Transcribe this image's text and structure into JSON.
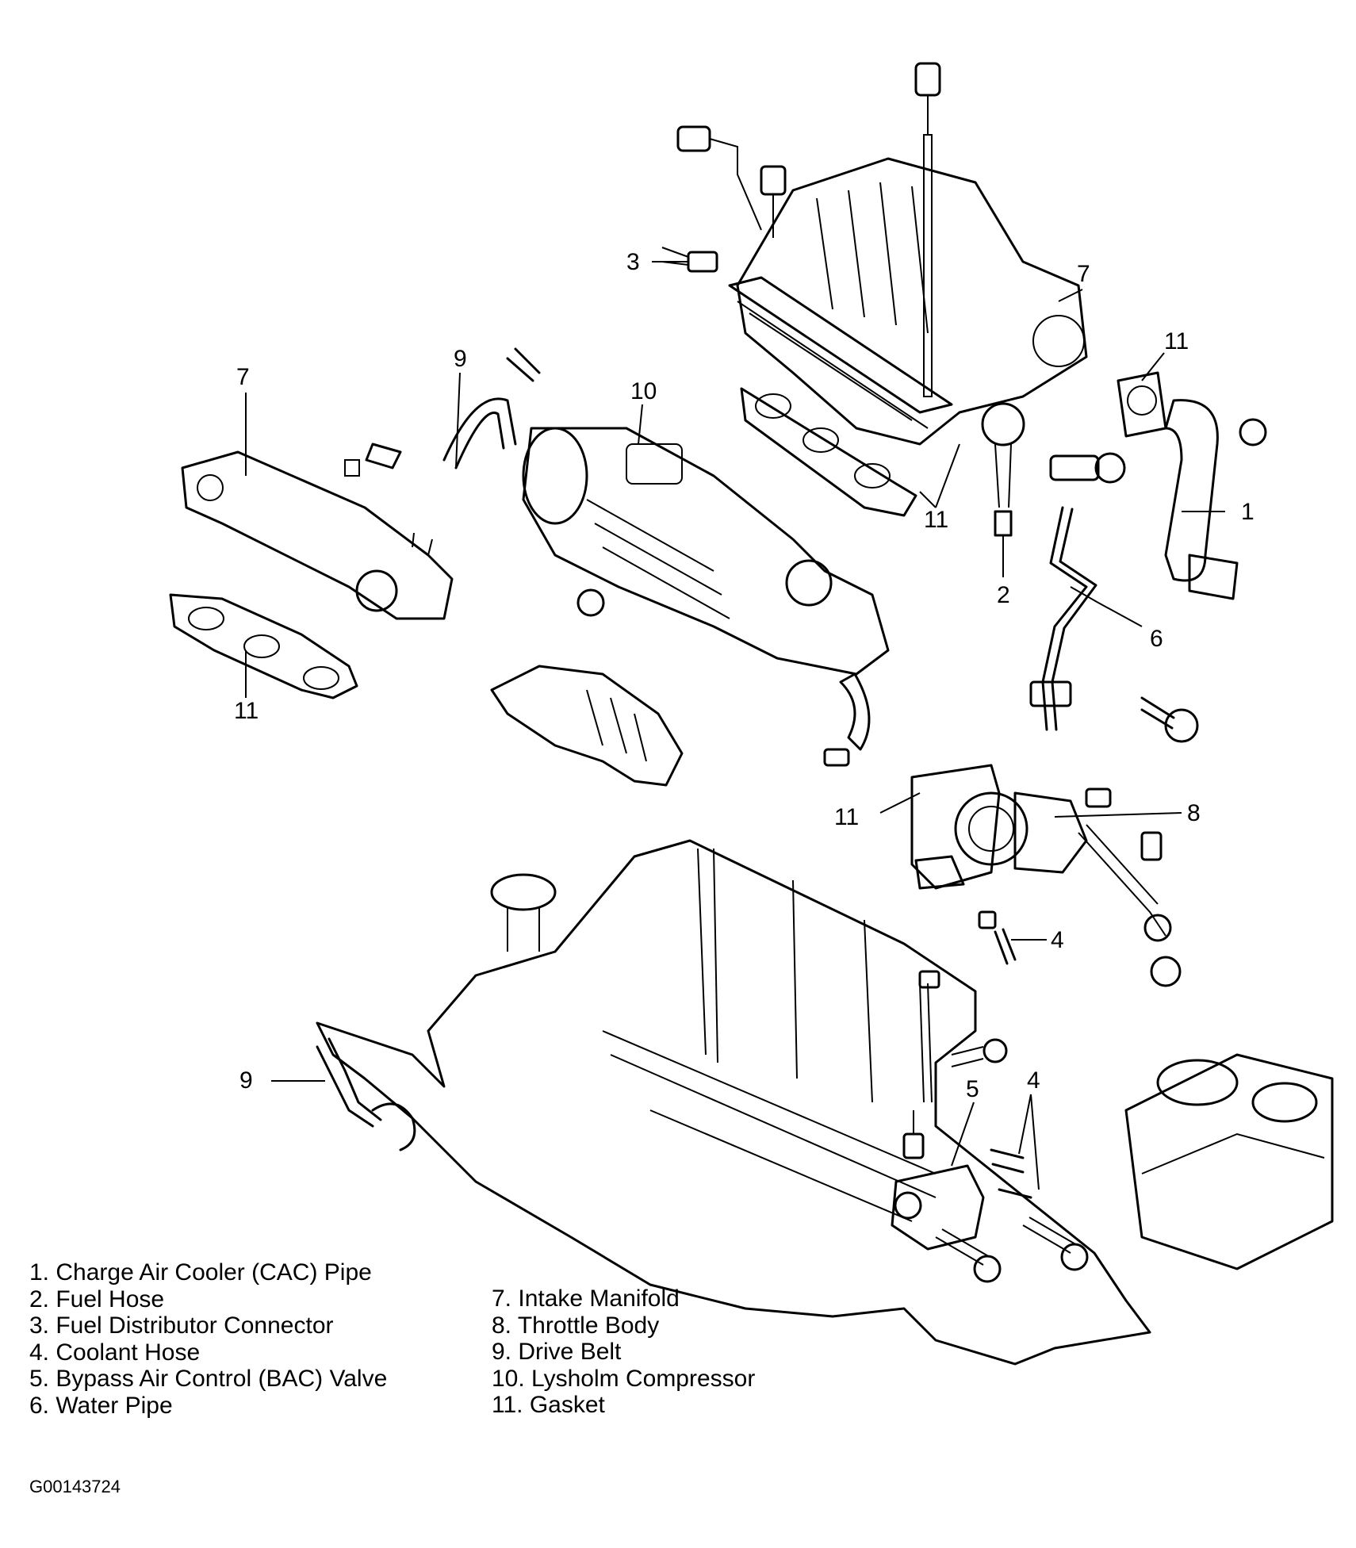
{
  "callouts": {
    "c1": "1",
    "c2": "2",
    "c3": "3",
    "c4a": "4",
    "c4b": "4",
    "c5": "5",
    "c6": "6",
    "c7a": "7",
    "c7b": "7",
    "c8": "8",
    "c9a": "9",
    "c9b": "9",
    "c10": "10",
    "c11a": "11",
    "c11b": "11",
    "c11c": "11",
    "c11d": "11"
  },
  "legend": {
    "left": [
      "1. Charge Air Cooler (CAC) Pipe",
      "2. Fuel Hose",
      "3. Fuel Distributor Connector",
      "4. Coolant Hose",
      "5. Bypass Air Control (BAC) Valve",
      "6. Water Pipe"
    ],
    "right": [
      "7. Intake Manifold",
      "8. Throttle Body",
      "9. Drive Belt",
      "10. Lysholm Compressor",
      "11. Gasket"
    ]
  },
  "figure_id": "G00143724"
}
